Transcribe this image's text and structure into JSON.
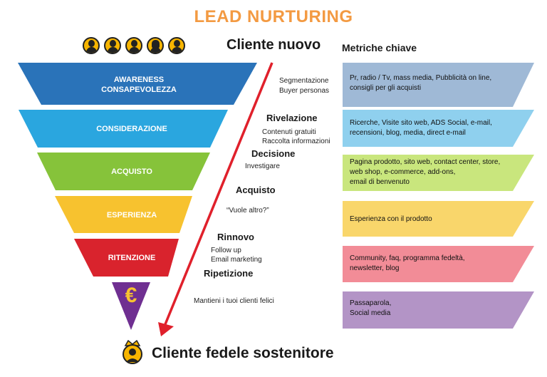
{
  "title": "LEAD NURTURING",
  "start_label": "Cliente nuovo",
  "metrics_header": "Metriche chiave",
  "end_label": "Cliente fedele sostenitore",
  "colors": {
    "title": "#f39a42",
    "stages": [
      "#2a73b9",
      "#2aa6df",
      "#86c33a",
      "#f7c22f",
      "#d9232d",
      "#6f2f91"
    ],
    "metrics": [
      "#9fb9d6",
      "#8fd0ee",
      "#c9e67d",
      "#f9d66b",
      "#f28c97",
      "#b394c6"
    ],
    "arrow": "#e0202b",
    "avatar": "#f7b500"
  },
  "avatar_icons": [
    "person-icon",
    "person-icon",
    "person-icon",
    "woman-icon",
    "person-icon"
  ],
  "stages": [
    {
      "label_1": "AWARENESS",
      "label_2": "CONSAPEVOLEZZA"
    },
    {
      "label_1": "CONSIDERAZIONE",
      "label_2": ""
    },
    {
      "label_1": "ACQUISTO",
      "label_2": ""
    },
    {
      "label_1": "ESPERIENZA",
      "label_2": ""
    },
    {
      "label_1": "RITENZIONE",
      "label_2": ""
    },
    {
      "symbol": "€"
    }
  ],
  "steps": {
    "segmentazione": "Segmentazione",
    "buyer_personas": "Buyer personas",
    "rivelazione": "Rivelazione",
    "contenuti_gratuiti": "Contenuti gratuiti",
    "raccolta_informazioni": "Raccolta informazioni",
    "decisione": "Decisione",
    "investigare": "Investigare",
    "acquisto": "Acquisto",
    "vuole_altro": "“Vuole altro?”",
    "rinnovo": "Rinnovo",
    "follow_up": "Follow up",
    "email_marketing": "Email marketing",
    "ripetizione": "Ripetizione",
    "mantieni": "Mantieni i tuoi clienti felici"
  },
  "metrics": [
    {
      "line_1": "Pr, radio / Tv, mass media, Pubblicità on line,",
      "line_2": "consigli per gli acquisti",
      "line_3": ""
    },
    {
      "line_1": "Ricerche, Visite sito web, ADS Social, e-mail,",
      "line_2": "recensioni, blog, media, direct e-mail",
      "line_3": ""
    },
    {
      "line_1": "Pagina prodotto, sito web, contact center, store,",
      "line_2": "web shop, e-commerce, add-ons,",
      "line_3": "email di benvenuto"
    },
    {
      "line_1": "Esperienza con il prodotto",
      "line_2": "",
      "line_3": ""
    },
    {
      "line_1": "Community, faq, programma fedeltà,",
      "line_2": "newsletter, blog",
      "line_3": ""
    },
    {
      "line_1": "Passaparola,",
      "line_2": "Social media",
      "line_3": ""
    }
  ]
}
